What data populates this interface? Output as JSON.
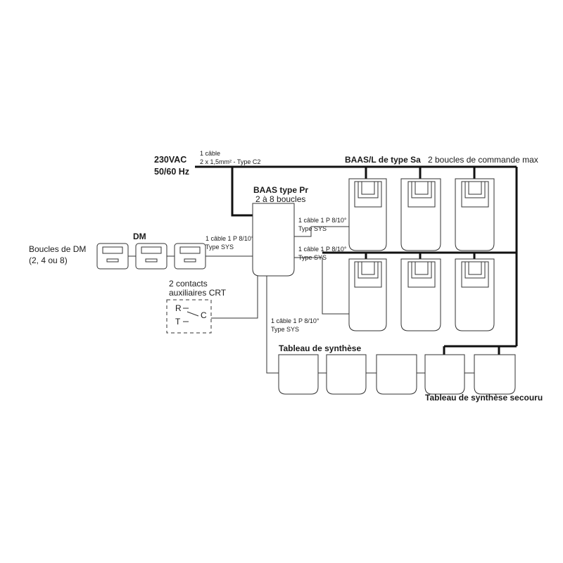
{
  "power": {
    "voltage": "230VAC",
    "frequency": "50/60 Hz",
    "cable_line1": "1 câble",
    "cable_line2": "2 x 1,5mm² - Type C2"
  },
  "baas_pr": {
    "title": "BAAS type Pr",
    "subtitle": "2 à 8 boucles"
  },
  "baas_sa": {
    "title": "BAAS/L de type Sa",
    "note": "2 boucles de commande max"
  },
  "dm": {
    "title": "DM",
    "loops_line1": "Boucles de DM",
    "loops_line2": "(2, 4 ou 8)"
  },
  "crt": {
    "title_line1": "2 contacts",
    "title_line2": "auxiliaires CRT",
    "r": "R",
    "t": "T",
    "c": "C"
  },
  "cables": {
    "dm_line1": "1 câble 1 P 8/10°",
    "dm_line2": "Type SYS",
    "sa_top_line1": "1 câble 1 P 8/10°",
    "sa_top_line2": "Type SYS",
    "sa_bottom_line1": "1 câble 1 P 8/10°",
    "sa_bottom_line2": "Type SYS",
    "tableau_line1": "1 câble 1 P 8/10°",
    "tableau_line2": "Type SYS"
  },
  "tableau": {
    "title": "Tableau de synthèse",
    "secouru_title": "Tableau de synthèse secouru"
  }
}
